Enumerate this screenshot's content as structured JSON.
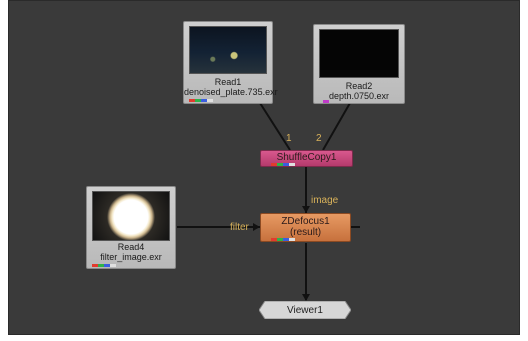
{
  "nodes": {
    "read1": {
      "name": "Read1",
      "file": "denoised_plate.735.exr",
      "channels": [
        "#e23b2e",
        "#2fb34a",
        "#3b5ee0",
        "#e0e0e0"
      ]
    },
    "read2": {
      "name": "Read2",
      "file": "depth.0750.exr",
      "channels": [
        "#c03bc8"
      ]
    },
    "read4": {
      "name": "Read4",
      "file": "filter_image.exr",
      "channels": [
        "#e23b2e",
        "#2fb34a",
        "#3b5ee0",
        "#e0e0e0"
      ]
    },
    "shufflecopy": {
      "name": "ShuffleCopy1",
      "color": "#c9447a",
      "channels": [
        "#e23b2e",
        "#2fb34a",
        "#3b5ee0",
        "#e0e0e0"
      ]
    },
    "zdefocus": {
      "name": "ZDefocus1",
      "sub": "(result)",
      "color": "#d8834c",
      "channels": [
        "#e23b2e",
        "#2fb34a",
        "#3b5ee0",
        "#e0e0e0"
      ]
    },
    "viewer": {
      "name": "Viewer1"
    }
  },
  "inputs": {
    "shuffle_in1": "1",
    "shuffle_in2": "2",
    "image": "image",
    "filter": "filter"
  },
  "colors": {
    "background": "#3a3a3a",
    "edge": "#111111",
    "input_label": "#d9b25a"
  }
}
